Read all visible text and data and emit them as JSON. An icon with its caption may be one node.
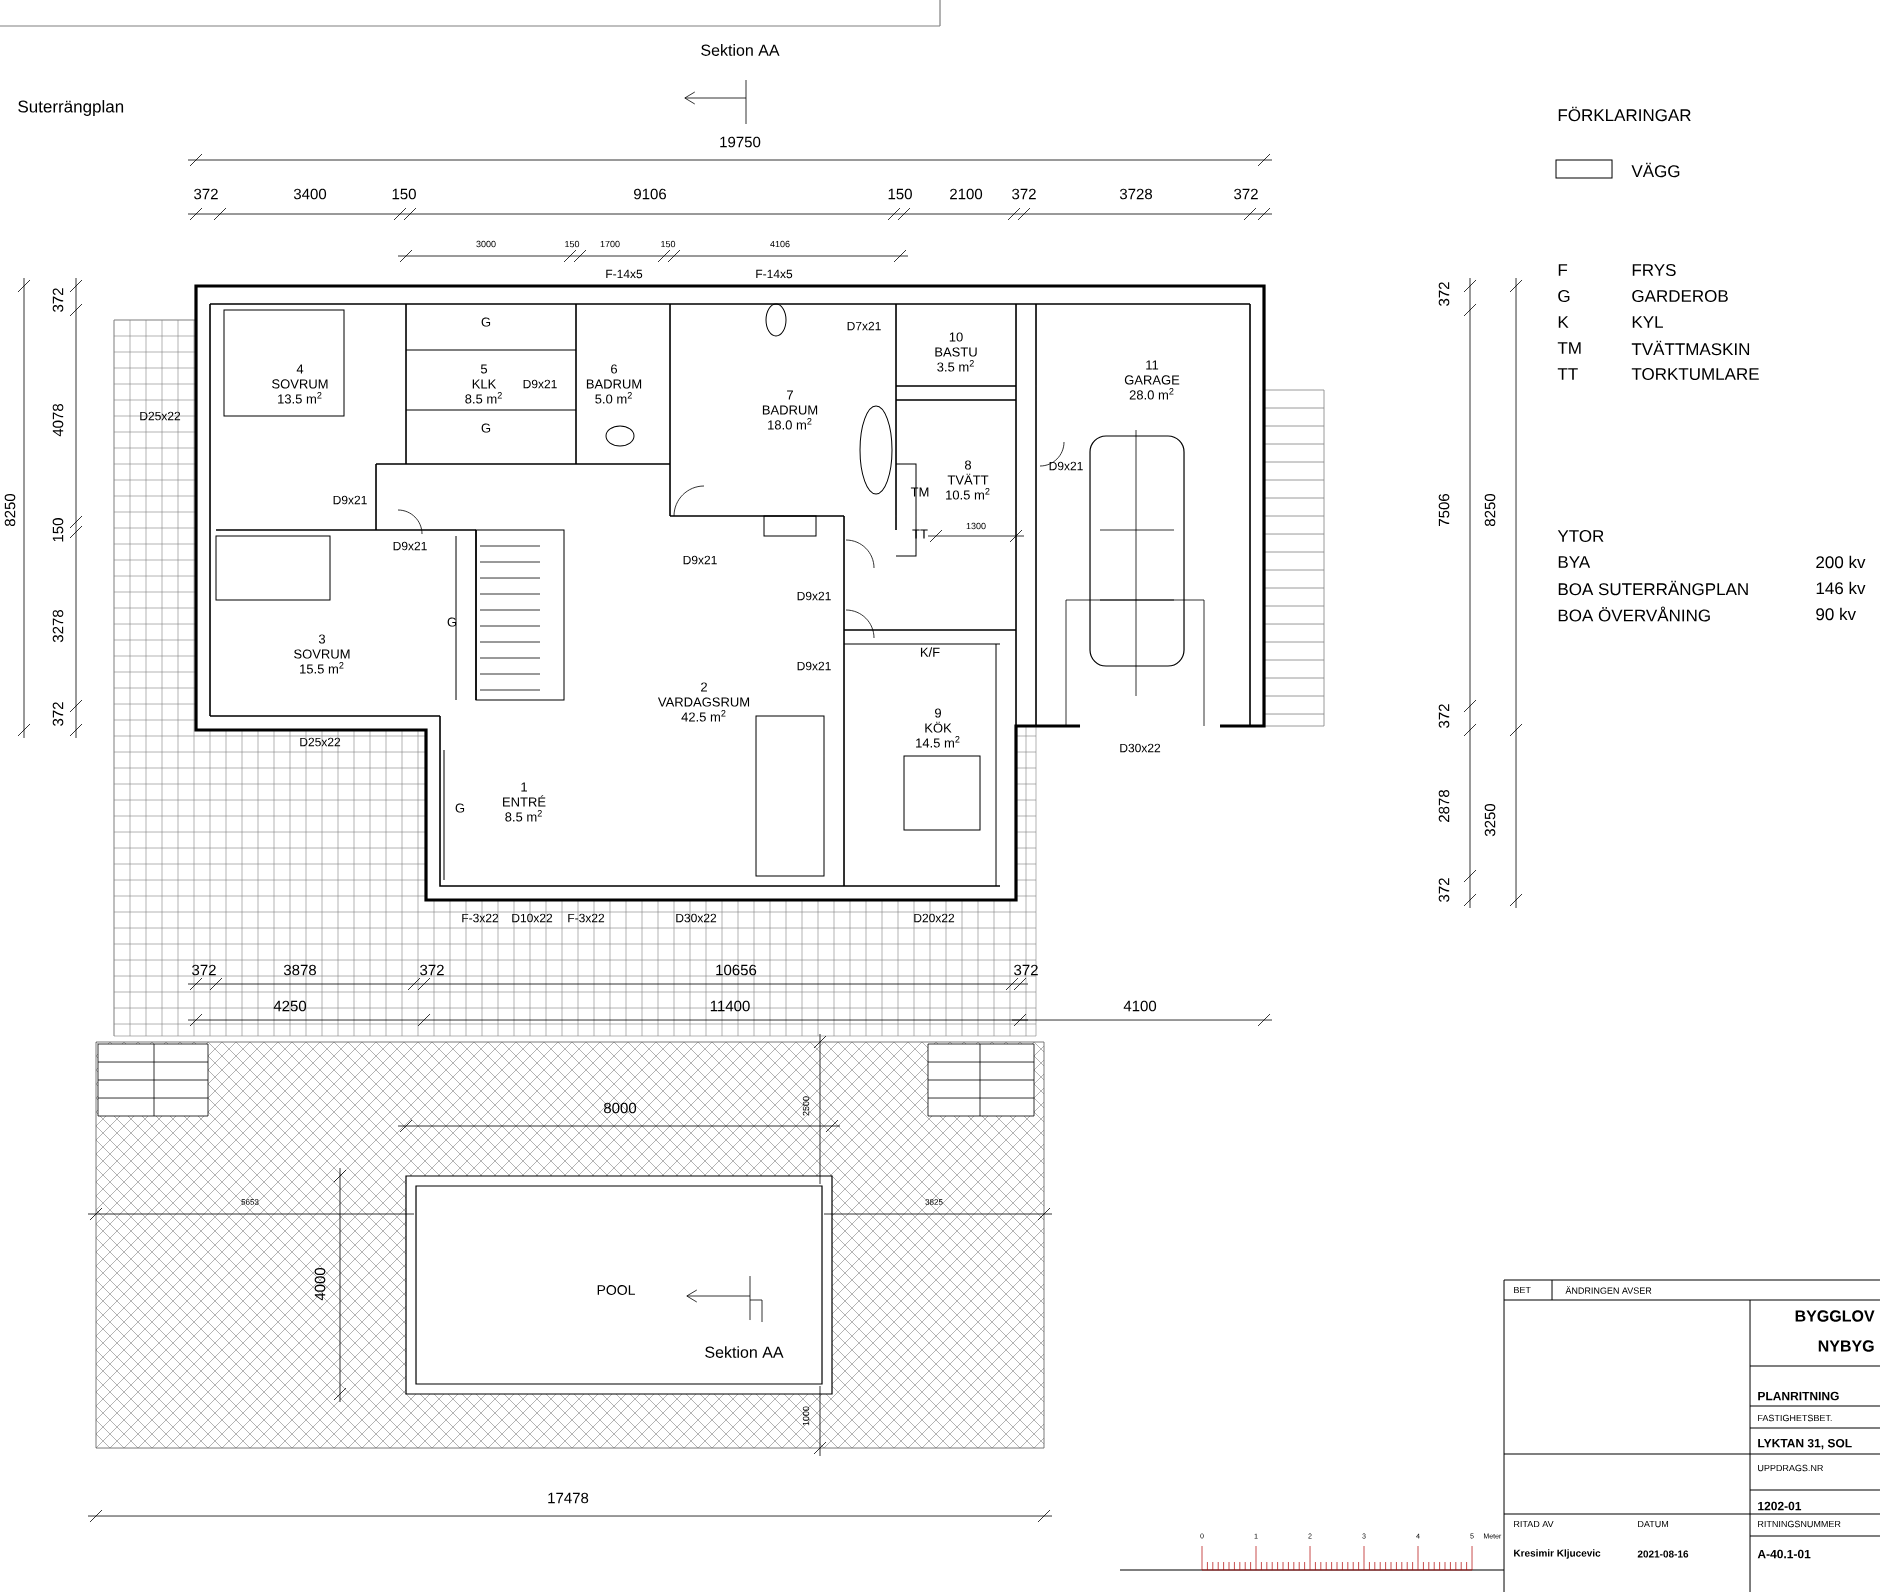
{
  "diagram": {
    "title": "Suterrängplan",
    "nodes": [
      {
        "text": [
          "1",
          "ENTRÉ",
          "8.5 m$^{2}$"
        ]
      },
      {
        "text": [
          "2",
          "VARDAGSRUM",
          "42.5 m$^{2}$"
        ]
      },
      {
        "text": [
          "3",
          "SOVRUM",
          "15.5 m$^{2}$"
        ]
      },
      {
        "text": [
          "4",
          "SOVRUM",
          "13.5 m$^{2}$"
        ]
      },
      {
        "text": [
          "5",
          "KLK",
          "8.5 m$^{2}$"
        ]
      },
      {
        "text": [
          "6",
          "BADRUM",
          "5.0 m$^{2}$"
        ]
      },
      {
        "text": [
          "7",
          "BADRUM",
          "18.0 m$^{2}$"
        ]
      },
      {
        "text": [
          "8",
          "TVÄTT",
          "10.5 m$^{2}$"
        ]
      },
      {
        "text": [
          "9",
          "KÖK",
          "14.5 m$^{2}$"
        ]
      },
      {
        "text": [
          "10",
          "BASTU",
          "3.5 m$^{2}$"
        ]
      },
      {
        "text": [
          "11",
          "GARAGE",
          "28.0 m$^{2}$"
        ]
      },
      {
        "text": [
          "POOL"
        ]
      }
    ],
    "labels": [
      "Sektion AA",
      "19750",
      "372",
      "3400",
      "150",
      "9106",
      "150",
      "2100",
      "372",
      "3728",
      "372",
      "3000",
      "150",
      "1700",
      "150",
      "4106",
      "F-14x5",
      "F-14x5",
      "372",
      "4078",
      "8250",
      "150",
      "3278",
      "372",
      "G",
      "D7x21",
      "D25x22",
      "D9x21",
      "G",
      "D9x21",
      "TM",
      "D9x21",
      "D9x21",
      "TT",
      "1300",
      "D9x21",
      "D9x21",
      "G",
      "K/F",
      "D9x21",
      "D25x22",
      "D30x22",
      "G",
      "F-3x22",
      "D10x22",
      "F-3x22",
      "D30x22",
      "D20x22",
      "372",
      "3878",
      "372",
      "10656",
      "372",
      "4250",
      "11400",
      "4100",
      "372",
      "7506",
      "8250",
      "372",
      "2878",
      "3250",
      "372",
      "FÖRKLARINGAR",
      "F",
      "FRYS",
      "G",
      "GARDEROB",
      "K",
      "KYL",
      "TM",
      "TVÄTTMASKIN",
      "TT",
      "TORKTUMLARE",
      "YTOR",
      "BYA",
      "200 kv",
      "BOA SUTERRÄNGPLAN",
      "146 kv",
      "BOA ÖVERVÅNING",
      "90 kv",
      "8000",
      "2500",
      "5653",
      "3825",
      "4000",
      "Sektion AA",
      "1000",
      "17478",
      "BET",
      "ÄNDRINGEN AVSER",
      "BYGGLOV",
      "NYBYG",
      "PLANRITNING",
      "FASTIGHETSBET.",
      "LYKTAN 31, SOL",
      "UPPDRAGS.NR",
      "1202-01",
      "RITAD AV",
      "DATUM",
      "RITNINGSNUMMER",
      "Kresimir Kljucevic",
      "2021-08-16",
      "A-40.1-01",
      "0",
      "1",
      "2",
      "3",
      "4",
      "5",
      "Meter"
    ],
    "legend": [
      {
        "text": "VÄGG"
      }
    ]
  }
}
